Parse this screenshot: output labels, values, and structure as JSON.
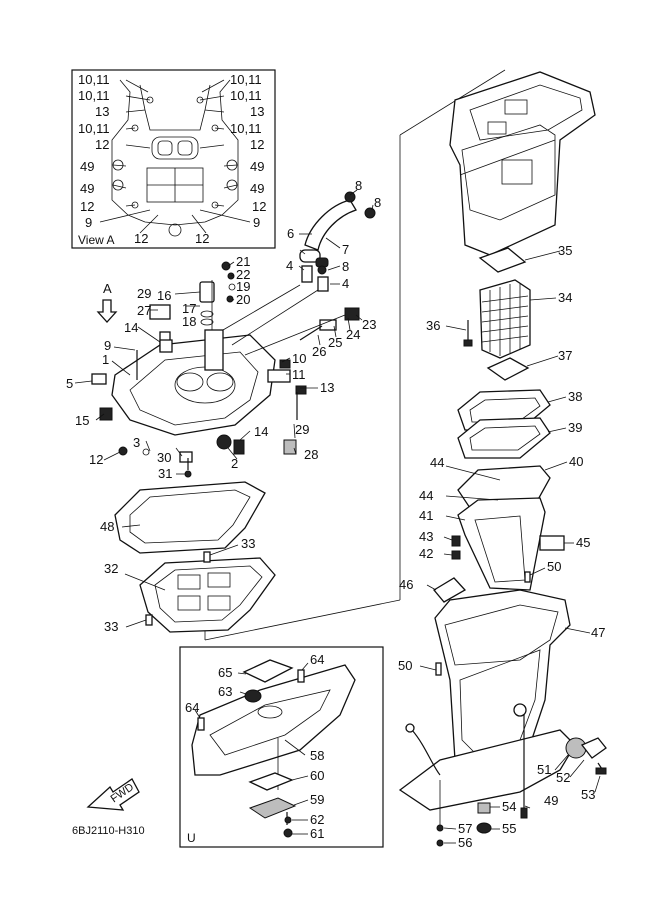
{
  "diagram": {
    "inset_title": "View A",
    "view_arrow_label": "A",
    "direction_label": "FWD",
    "code": "6BJ2110-H310",
    "panel_label": "U",
    "inset_labels_left": [
      "10,11",
      "10,11",
      "13",
      "10,11",
      "12",
      "49",
      "49",
      "12",
      "9",
      "12"
    ],
    "inset_labels_right": [
      "10,11",
      "10,11",
      "13",
      "10,11",
      "12",
      "49",
      "49",
      "12",
      "9",
      "12"
    ],
    "part_numbers": [
      "1",
      "2",
      "3",
      "4",
      "4",
      "5",
      "6",
      "7",
      "8",
      "8",
      "8",
      "9",
      "10",
      "11",
      "12",
      "13",
      "14",
      "14",
      "15",
      "16",
      "17",
      "18",
      "19",
      "20",
      "21",
      "22",
      "23",
      "24",
      "25",
      "26",
      "27",
      "28",
      "29",
      "29",
      "30",
      "31",
      "32",
      "33",
      "33",
      "34",
      "35",
      "36",
      "37",
      "38",
      "39",
      "40",
      "41",
      "42",
      "43",
      "44",
      "44",
      "45",
      "46",
      "47",
      "48",
      "49",
      "50",
      "50",
      "51",
      "52",
      "53",
      "54",
      "55",
      "56",
      "57",
      "58",
      "59",
      "60",
      "61",
      "62",
      "63",
      "64",
      "64",
      "65"
    ]
  }
}
